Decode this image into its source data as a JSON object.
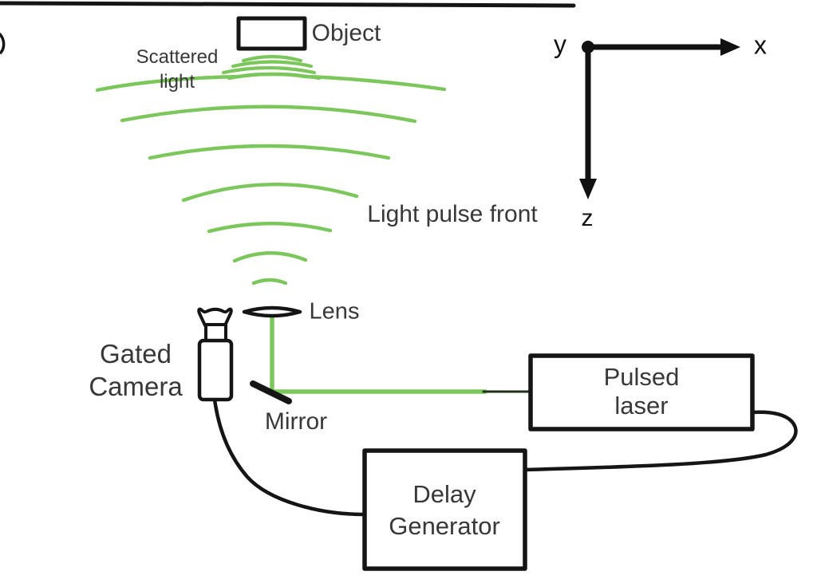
{
  "diagram": {
    "labels": {
      "object": "Object",
      "scattered_light": "Scattered\nlight",
      "light_pulse_front": "Light pulse front",
      "lens": "Lens",
      "gated_camera": "Gated\nCamera",
      "mirror": "Mirror",
      "pulsed_laser": "Pulsed\nlaser",
      "delay_generator": "Delay\nGenerator"
    },
    "axes": {
      "y": "y",
      "x": "x",
      "z": "z"
    },
    "colors": {
      "beam_green": "#7cc75c",
      "outline_black": "#151515",
      "text_dark": "#383838",
      "background": "#ffffff"
    }
  }
}
